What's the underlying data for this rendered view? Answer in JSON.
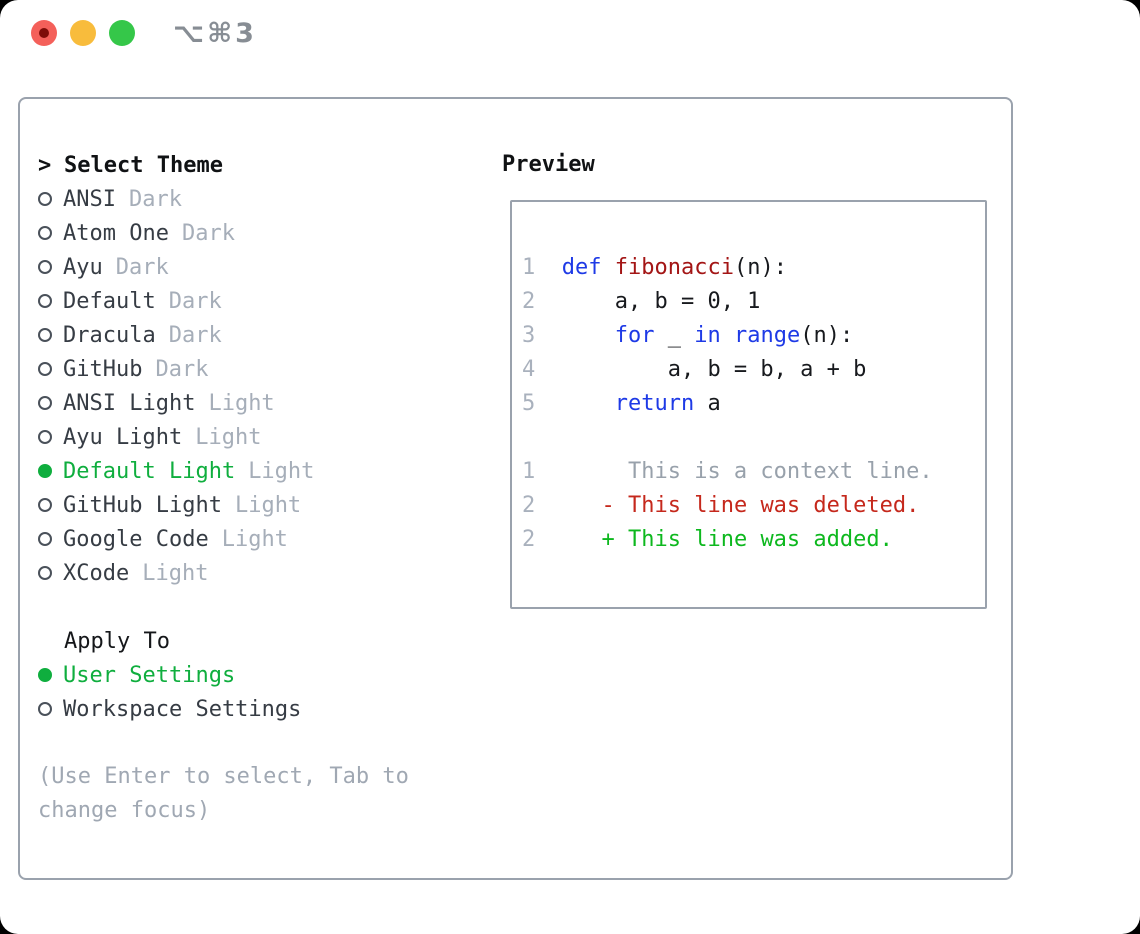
{
  "colors": {
    "accent_green": "#0fae3e",
    "traffic_red": "#f4605a",
    "traffic_red_dot": "#7e0c08",
    "traffic_yellow": "#f8bc3c",
    "traffic_green": "#35c749"
  },
  "window": {
    "title": "⌥⌘3"
  },
  "theme_panel": {
    "header_prefix": ">",
    "header": "Select Theme",
    "items": [
      {
        "name": "ANSI",
        "tag": "Dark",
        "selected": false
      },
      {
        "name": "Atom One",
        "tag": "Dark",
        "selected": false
      },
      {
        "name": "Ayu",
        "tag": "Dark",
        "selected": false
      },
      {
        "name": "Default",
        "tag": "Dark",
        "selected": false
      },
      {
        "name": "Dracula",
        "tag": "Dark",
        "selected": false
      },
      {
        "name": "GitHub",
        "tag": "Dark",
        "selected": false
      },
      {
        "name": "ANSI Light",
        "tag": "Light",
        "selected": false
      },
      {
        "name": "Ayu Light",
        "tag": "Light",
        "selected": false
      },
      {
        "name": "Default Light",
        "tag": "Light",
        "selected": true
      },
      {
        "name": "GitHub Light",
        "tag": "Light",
        "selected": false
      },
      {
        "name": "Google Code",
        "tag": "Light",
        "selected": false
      },
      {
        "name": "XCode",
        "tag": "Light",
        "selected": false
      }
    ],
    "apply_to": {
      "header": "Apply To",
      "options": [
        {
          "label": "User Settings",
          "selected": true
        },
        {
          "label": "Workspace Settings",
          "selected": false
        }
      ]
    },
    "hint": "(Use Enter to select, Tab to change focus)"
  },
  "preview": {
    "header": "Preview",
    "colors": {
      "num": "#a9b1bd",
      "kw": "#1e3ae6",
      "fn": "#a31515",
      "code": "#17191d",
      "ctx": "#98a1ab",
      "del": "#c5281c",
      "add": "#0db81e"
    },
    "lines": [
      [
        {
          "t": "1  ",
          "c": "num"
        },
        {
          "t": "def",
          "c": "kw"
        },
        {
          "t": " ",
          "c": "code"
        },
        {
          "t": "fibonacci",
          "c": "fn"
        },
        {
          "t": "(n):",
          "c": "code"
        }
      ],
      [
        {
          "t": "2  ",
          "c": "num"
        },
        {
          "t": "    a, b = 0, 1",
          "c": "code"
        }
      ],
      [
        {
          "t": "3  ",
          "c": "num"
        },
        {
          "t": "    ",
          "c": "code"
        },
        {
          "t": "for",
          "c": "kw"
        },
        {
          "t": " _ ",
          "c": "code"
        },
        {
          "t": "in",
          "c": "kw"
        },
        {
          "t": " ",
          "c": "code"
        },
        {
          "t": "range",
          "c": "kw"
        },
        {
          "t": "(n):",
          "c": "code"
        }
      ],
      [
        {
          "t": "4  ",
          "c": "num"
        },
        {
          "t": "        a, b = b, a + b",
          "c": "code"
        }
      ],
      [
        {
          "t": "5  ",
          "c": "num"
        },
        {
          "t": "    ",
          "c": "code"
        },
        {
          "t": "return",
          "c": "kw"
        },
        {
          "t": " a",
          "c": "code"
        }
      ],
      [],
      [
        {
          "t": "1  ",
          "c": "num"
        },
        {
          "t": "     This is a context line.",
          "c": "ctx"
        }
      ],
      [
        {
          "t": "2  ",
          "c": "num"
        },
        {
          "t": "   ",
          "c": "code"
        },
        {
          "t": "- This line was deleted.",
          "c": "del"
        }
      ],
      [
        {
          "t": "2  ",
          "c": "num"
        },
        {
          "t": "   ",
          "c": "code"
        },
        {
          "t": "+ This line was added.",
          "c": "add"
        }
      ]
    ]
  }
}
